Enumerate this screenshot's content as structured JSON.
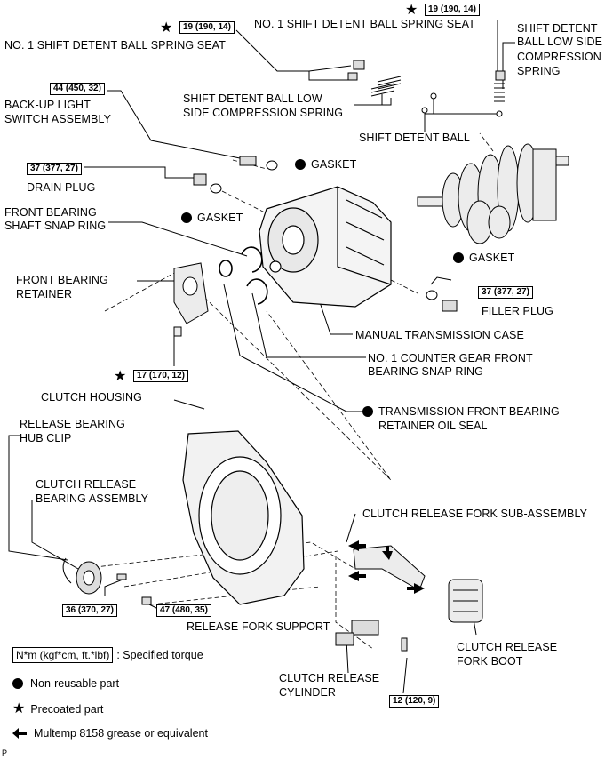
{
  "labels": {
    "no1_seat_left": "NO. 1 SHIFT DETENT BALL SPRING SEAT",
    "no1_seat_top": "NO. 1 SHIFT DETENT BALL SPRING SEAT",
    "shift_detent_low_spring_r1": "SHIFT DETENT",
    "shift_detent_low_spring_r2": "BALL LOW SIDE",
    "shift_detent_low_spring_r3": "COMPRESSION",
    "shift_detent_low_spring_r4": "SPRING",
    "detent_low_mid_1": "SHIFT DETENT BALL LOW",
    "detent_low_mid_2": "SIDE COMPRESSION SPRING",
    "shift_detent_ball": "SHIFT DETENT BALL",
    "backup_1": "BACK-UP LIGHT",
    "backup_2": "SWITCH ASSEMBLY",
    "gasket_1": "GASKET",
    "drain_plug": "DRAIN PLUG",
    "front_bearing_snap_1": "FRONT BEARING",
    "front_bearing_snap_2": "SHAFT SNAP RING",
    "gasket_2": "GASKET",
    "gasket_3": "GASKET",
    "front_bearing_retainer_1": "FRONT BEARING",
    "front_bearing_retainer_2": "RETAINER",
    "filler_plug": "FILLER PLUG",
    "manual_trans_case": "MANUAL TRANSMISSION CASE",
    "counter_gear_1": "NO. 1 COUNTER GEAR FRONT",
    "counter_gear_2": "BEARING SNAP RING",
    "clutch_housing": "CLUTCH HOUSING",
    "oil_seal_1": "TRANSMISSION FRONT BEARING",
    "oil_seal_2": "RETAINER OIL SEAL",
    "hub_clip_1": "RELEASE BEARING",
    "hub_clip_2": "HUB CLIP",
    "bearing_assy_1": "CLUTCH RELEASE",
    "bearing_assy_2": "BEARING ASSEMBLY",
    "fork_sub": "CLUTCH RELEASE FORK SUB-ASSEMBLY",
    "release_fork_support": "RELEASE FORK SUPPORT",
    "fork_boot_1": "CLUTCH RELEASE",
    "fork_boot_2": "FORK BOOT",
    "release_cyl_1": "CLUTCH RELEASE",
    "release_cyl_2": "CYLINDER"
  },
  "torques": {
    "t_seat_left": "19 (190, 14)",
    "t_seat_top": "19 (190, 14)",
    "t_backup": "44 (450, 32)",
    "t_drain": "37 (377, 27)",
    "t_filler": "37 (377, 27)",
    "t_retainer": "17 (170, 12)",
    "t_housing_bolt": "36 (370, 27)",
    "t_fork_support": "47 (480, 35)",
    "t_cylinder": "12 (120, 9)"
  },
  "legend": {
    "torque_box": "N*m (kgf*cm, ft.*lbf)",
    "torque_text": ": Specified torque",
    "nonreusable": "Non-reusable part",
    "precoated": "Precoated part",
    "grease": "Multemp 8158 grease or equivalent"
  },
  "footer_mark": "P",
  "symbols": {
    "star": "★",
    "dot_color": "#000000"
  }
}
